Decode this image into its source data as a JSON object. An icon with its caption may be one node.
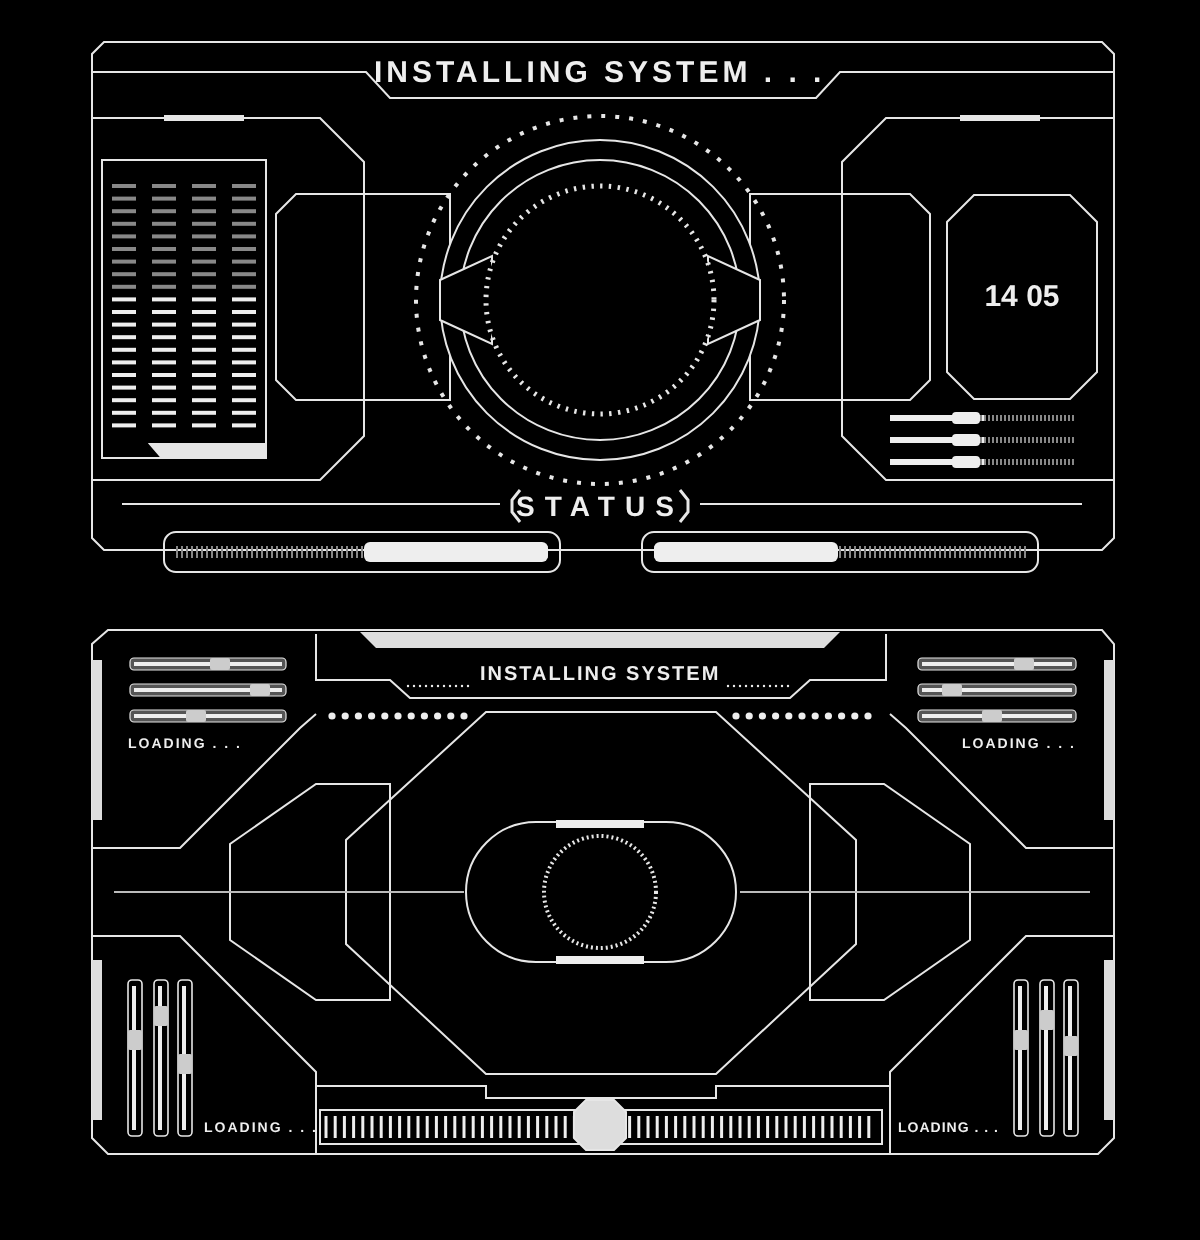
{
  "diagram": {
    "nodes": [
      {
        "text": [
          "14 05"
        ]
      }
    ],
    "labels": [
      "INSTALLING SYSTEM . . .",
      "STATUS",
      "INSTALLING SYSTEM",
      "LOADING . . .",
      "LOADING . . .",
      "LOADING . . .",
      "LOADING . . ."
    ]
  }
}
